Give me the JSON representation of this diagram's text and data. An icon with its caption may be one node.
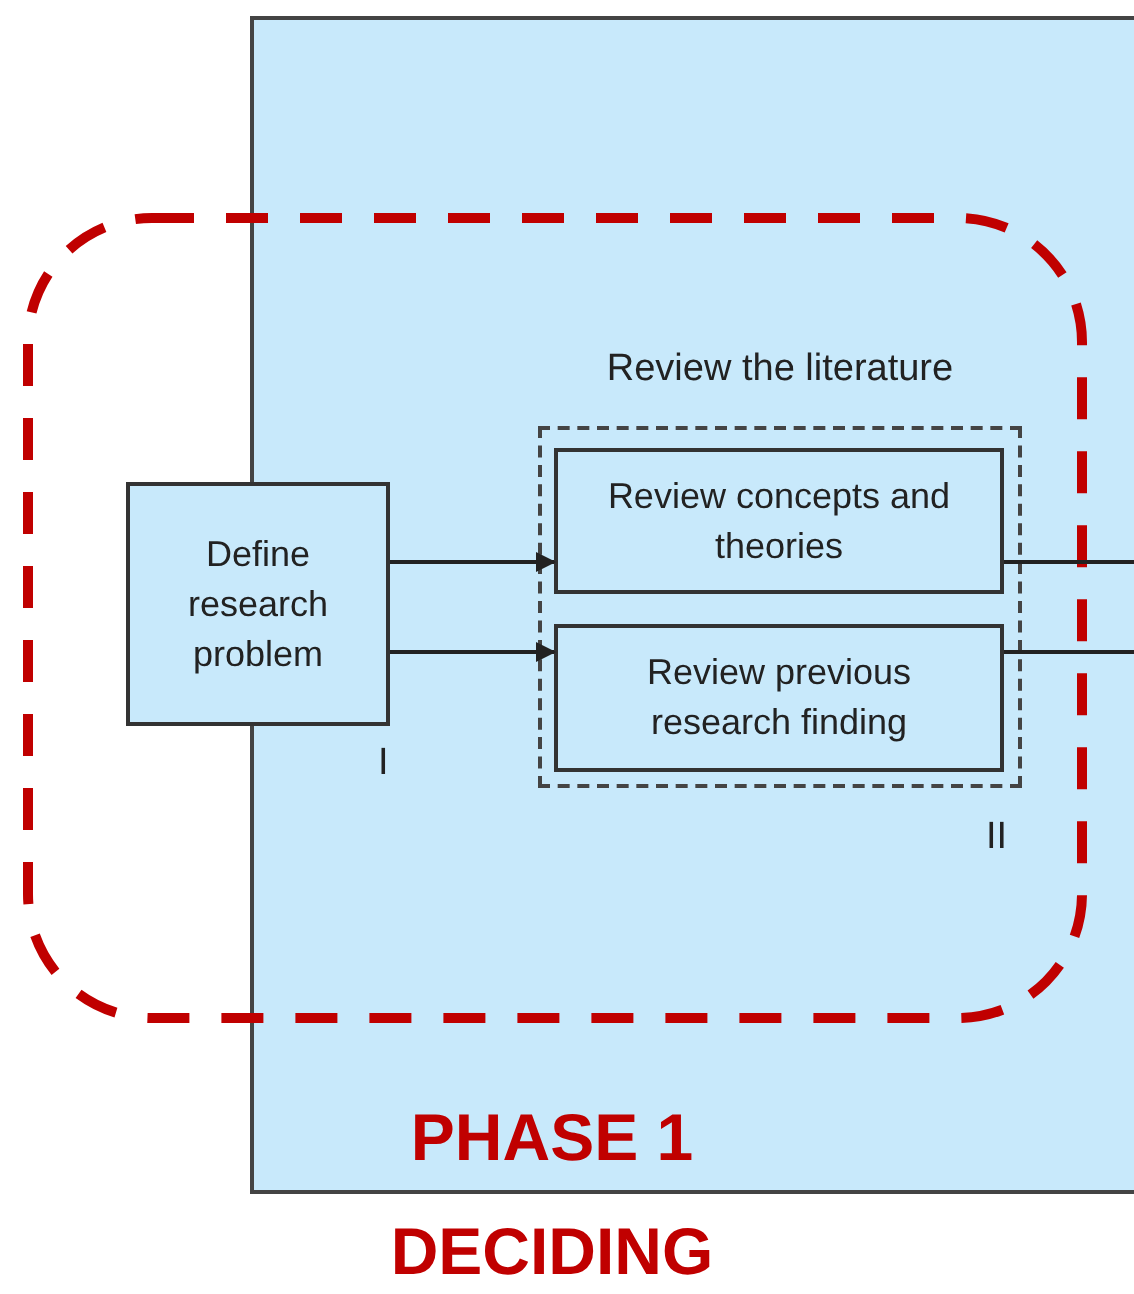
{
  "diagram": {
    "nodes": [
      {
        "text": [],
        "shape": "box"
      },
      {
        "text": [
          "Define research problem"
        ],
        "beside": [
          "I"
        ]
      },
      {
        "text": [
          "Review the literature"
        ],
        "in": 0,
        "beside": [
          "II"
        ]
      },
      {
        "text": [
          "Review concepts and theories"
        ],
        "in": 2
      },
      {
        "text": [
          "Review previous research finding"
        ],
        "in": 2
      }
    ],
    "edges": [
      {
        "from": 1,
        "to": 3,
        "arrow": "to"
      },
      {
        "from": 1,
        "to": 4,
        "arrow": "to"
      },
      {
        "from": 3,
        "to": null,
        "arrow": "none"
      },
      {
        "from": 4,
        "to": null,
        "arrow": "none"
      }
    ],
    "labels": [
      "PHASE 1",
      "DECIDING"
    ]
  }
}
